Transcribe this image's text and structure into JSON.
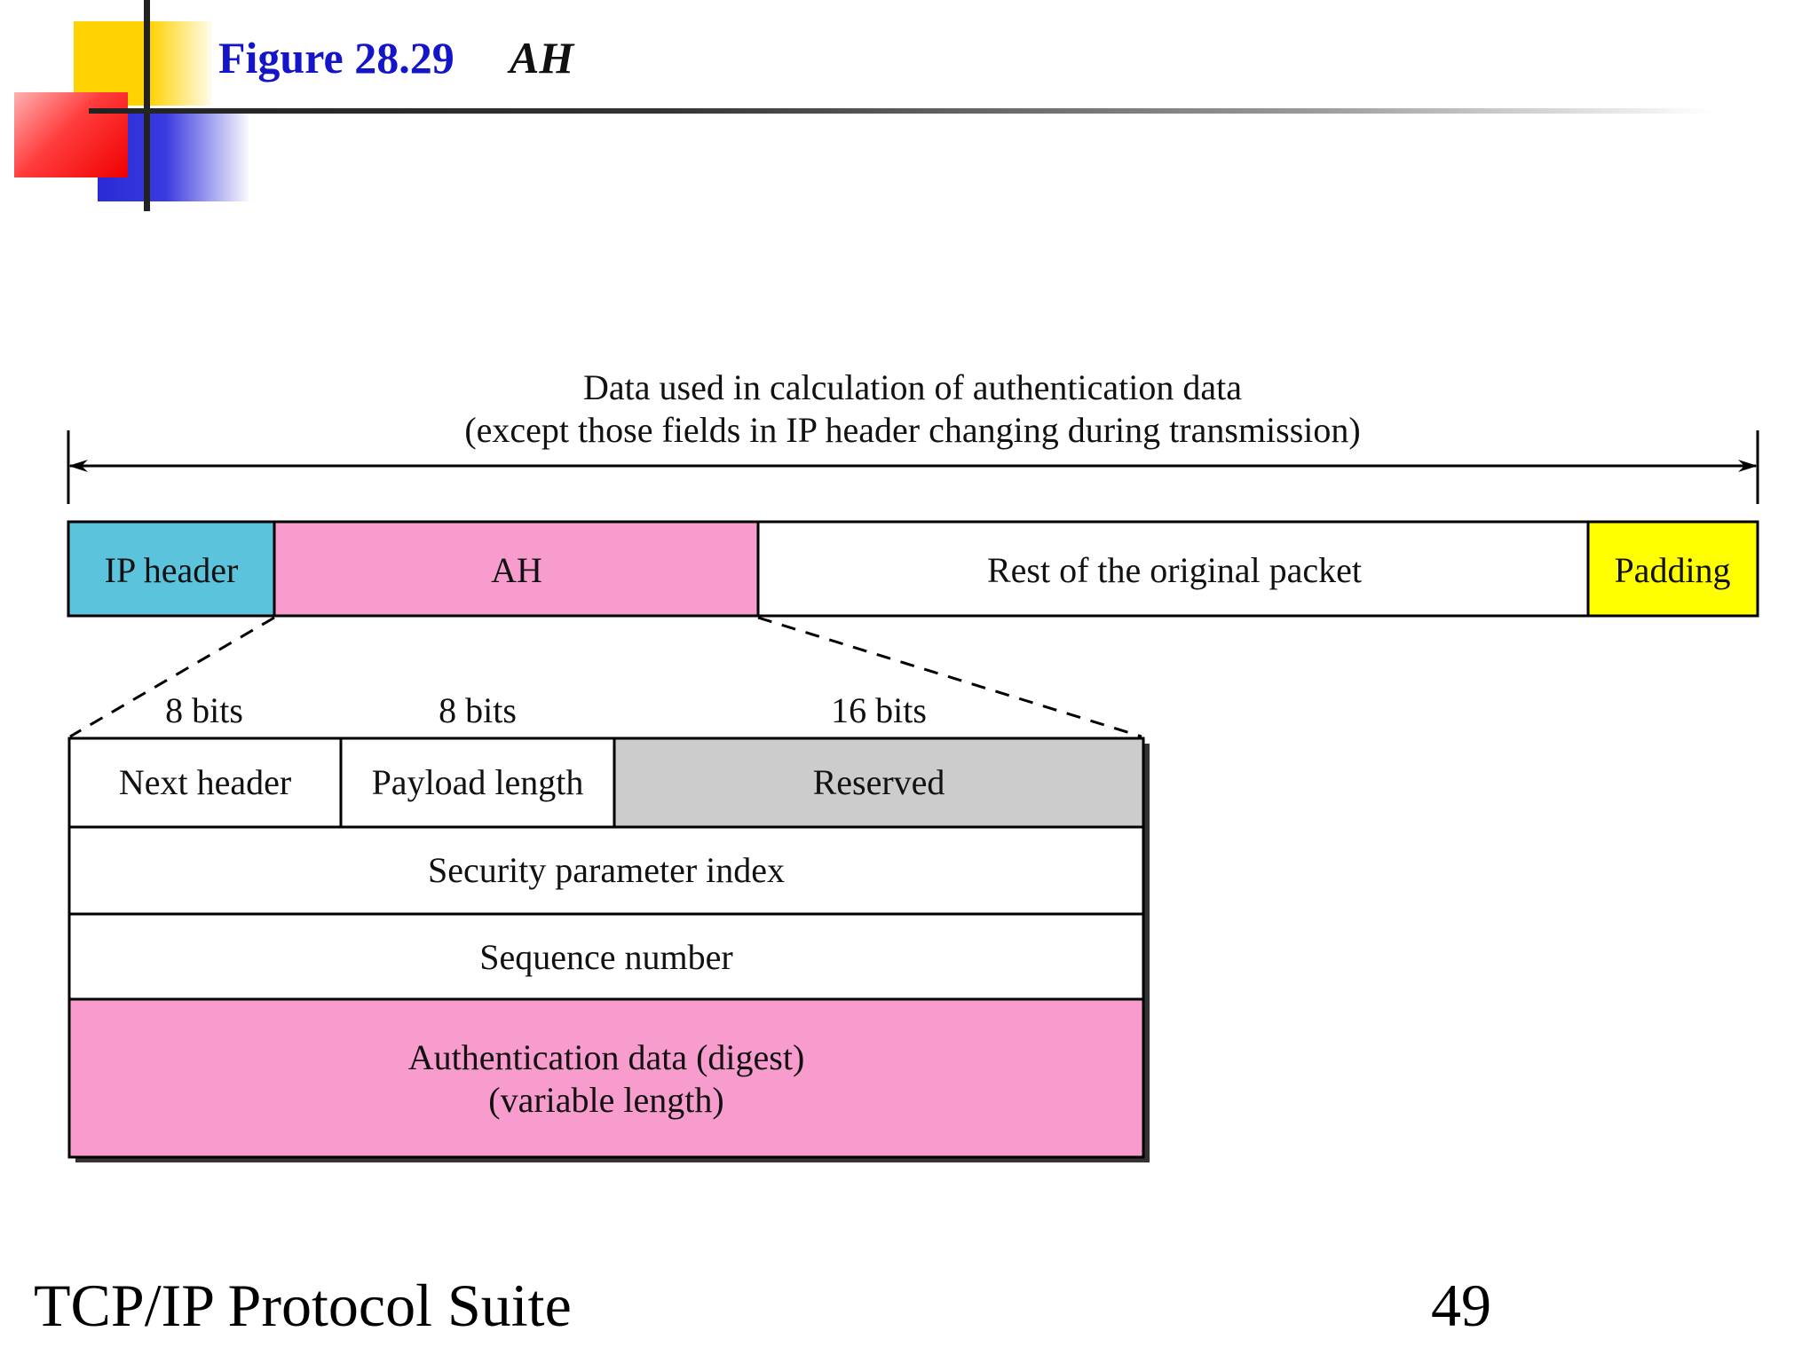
{
  "header": {
    "figure_number": "Figure 28.29",
    "figure_name": "AH"
  },
  "diagram": {
    "span_label": {
      "line1": "Data used in calculation of authentication data",
      "line2": "(except those fields in IP header changing during transmission)"
    },
    "packet": [
      {
        "id": "ip-header",
        "label": "IP header",
        "color": "#5bc4dc"
      },
      {
        "id": "ah",
        "label": "AH",
        "color": "#f79ccd"
      },
      {
        "id": "rest",
        "label": "Rest of the original packet",
        "color": "#ffffff"
      },
      {
        "id": "padding",
        "label": "Padding",
        "color": "#ffff00"
      }
    ],
    "bit_labels": [
      "8 bits",
      "8 bits",
      "16 bits"
    ],
    "ah_fields": {
      "next_header": "Next header",
      "payload_length": "Payload length",
      "reserved": "Reserved",
      "spi": "Security parameter index",
      "sequence": "Sequence number",
      "auth_line1": "Authentication data (digest)",
      "auth_line2": "(variable length)"
    },
    "colors": {
      "reserved": "#cccccc",
      "auth": "#f79ccd"
    }
  },
  "footer": {
    "title": "TCP/IP Protocol Suite",
    "page": "49"
  }
}
